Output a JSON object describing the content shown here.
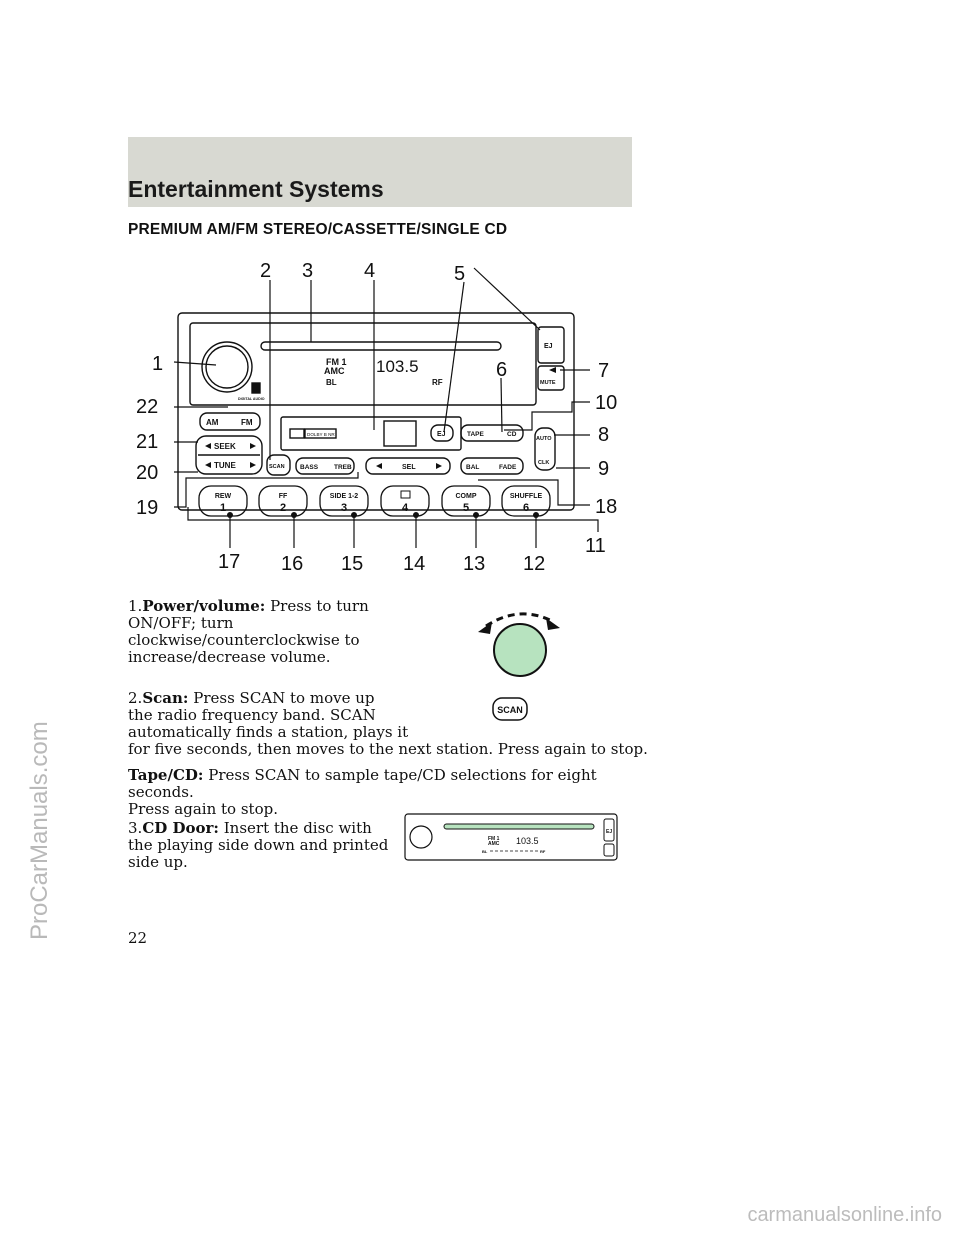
{
  "header": {
    "title": "Entertainment Systems"
  },
  "section_heading": "PREMIUM AM/FM STEREO/CASSETTE/SINGLE CD",
  "diagram": {
    "callouts": [
      "1",
      "2",
      "3",
      "4",
      "5",
      "6",
      "7",
      "8",
      "9",
      "10",
      "11",
      "12",
      "13",
      "14",
      "15",
      "16",
      "17",
      "18",
      "19",
      "20",
      "21",
      "22"
    ],
    "display": {
      "band": "FM 1",
      "amc": "AMC",
      "freq": "103.5",
      "bal_left": "BL",
      "bal_right": "RF"
    },
    "labels": {
      "ej": "EJ",
      "mute": "MUTE",
      "am": "AM",
      "fm": "FM",
      "seek": "SEEK",
      "tune": "TUNE",
      "scan": "SCAN",
      "dolby": "DOLBY B NR",
      "ej_tape": "EJ",
      "tape": "TAPE",
      "cd": "CD",
      "auto": "AUTO",
      "clk": "CLK",
      "bass": "BASS",
      "treb": "TREB",
      "sel": "SEL",
      "bal": "BAL",
      "fade": "FADE",
      "digital_audio": "DIGITAL AUDIO"
    },
    "presets": [
      {
        "top": "REW",
        "num": "1"
      },
      {
        "top": "FF",
        "num": "2"
      },
      {
        "top": "SIDE 1-2",
        "num": "3"
      },
      {
        "top": "",
        "num": "4"
      },
      {
        "top": "COMP",
        "num": "5"
      },
      {
        "top": "SHUFFLE",
        "num": "6"
      }
    ]
  },
  "items": [
    {
      "num": "1.",
      "term": "Power/volume:",
      "lines": [
        "Press to turn",
        "ON/OFF; turn",
        "clockwise/counterclockwise to",
        "increase/decrease volume."
      ]
    },
    {
      "num": "2.",
      "term": "Scan:",
      "lines": [
        "Press SCAN to move up",
        "the radio frequency band. SCAN",
        "automatically finds a station, plays it",
        "for five seconds, then moves to the next station. Press again to stop."
      ]
    },
    {
      "num": "",
      "term": "Tape/CD:",
      "lines": [
        "Press SCAN to sample tape/CD selections for eight seconds.",
        "Press again to stop."
      ]
    },
    {
      "num": "3.",
      "term": "CD Door:",
      "lines": [
        "Insert the disc with",
        "the playing side down and printed",
        "side up."
      ]
    }
  ],
  "scan_icon_label": "SCAN",
  "mini_radio": {
    "band": "FM 1",
    "amc": "AMC",
    "freq": "103.5",
    "bal_left": "BL",
    "bal_right": "RF",
    "ej": "EJ"
  },
  "colors": {
    "header_band": "#d8d9d2",
    "knob_fill": "#b7e3bf",
    "watermark": "#b9b9b9"
  },
  "page_number": "22",
  "watermarks": {
    "side": "ProCarManuals.com",
    "bottom": "carmanualsonline.info"
  }
}
